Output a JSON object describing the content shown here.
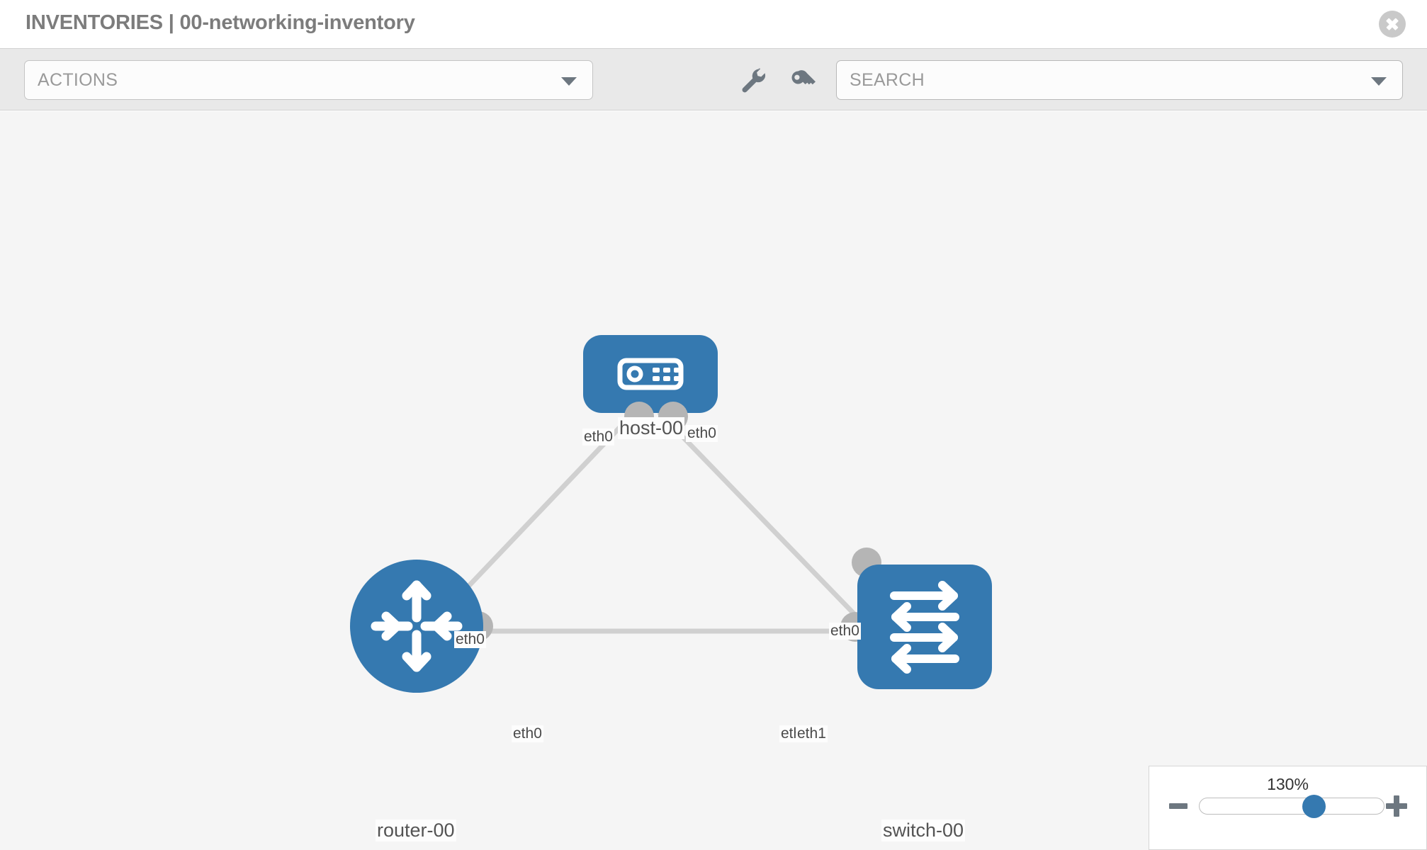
{
  "header": {
    "title": "INVENTORIES | 00-networking-inventory",
    "close_icon": "close-icon"
  },
  "toolbar": {
    "actions_label": "ACTIONS",
    "actions_caret_icon": "chevron-down-icon",
    "wrench_icon": "wrench-icon",
    "key_icon": "key-icon",
    "search_placeholder": "SEARCH",
    "search_caret_icon": "chevron-down-icon"
  },
  "topology": {
    "nodes": [
      {
        "id": "host-00",
        "label": "host-00",
        "type": "host",
        "icon": "server-icon",
        "shape": "rounded-rect"
      },
      {
        "id": "router-00",
        "label": "router-00",
        "type": "router",
        "icon": "router-arrows-icon",
        "shape": "circle"
      },
      {
        "id": "switch-00",
        "label": "switch-00",
        "type": "switch",
        "icon": "switch-arrows-icon",
        "shape": "rounded-square"
      }
    ],
    "links": [
      {
        "from": "host-00",
        "to": "router-00",
        "from_iface": "eth0",
        "to_iface": "eth0"
      },
      {
        "from": "host-00",
        "to": "switch-00",
        "from_iface": "eth0",
        "to_iface": "eth0"
      },
      {
        "from": "router-00",
        "to": "switch-00",
        "from_iface": "eth0",
        "to_iface": "eth1"
      }
    ],
    "interface_labels": {
      "host_left": "eth0",
      "host_right": "eth0",
      "router_up": "eth0",
      "switch_up": "eth0",
      "router_right": "eth0",
      "switch_left_occluded": "eth",
      "switch_left": "eth1"
    }
  },
  "zoom_control": {
    "level": "130%",
    "minus_label": "minus-icon",
    "plus_label": "plus-icon",
    "slider_percent": 62
  },
  "colors": {
    "node_blue": "#3579b0",
    "canvas_bg": "#f5f5f5",
    "toolbar_bg": "#e9e9e9",
    "link_gray": "#d0d0d0",
    "port_gray": "#b5b5b5"
  }
}
